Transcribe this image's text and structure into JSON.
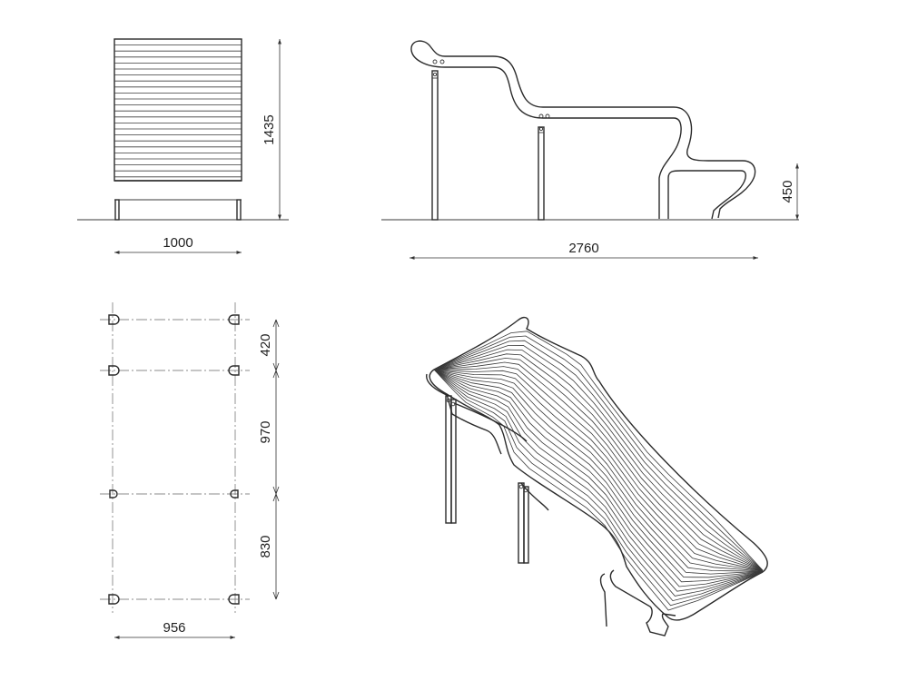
{
  "dimensions": {
    "front_width": "1000",
    "front_height": "1435",
    "side_length": "2760",
    "seat_height": "450",
    "plan_width": "956",
    "plan_seg_1": "420",
    "plan_seg_2": "970",
    "plan_seg_3": "830"
  },
  "colors": {
    "line": "#2b2b2b",
    "background": "#ffffff"
  }
}
